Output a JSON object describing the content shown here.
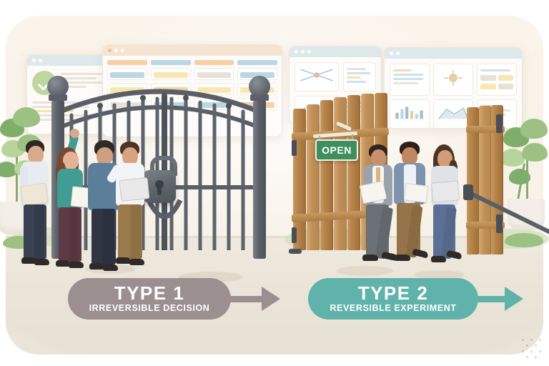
{
  "image": {
    "kind": "illustration",
    "description": "Split-scene business illustration contrasting a locked iron gate with an open wooden gate"
  },
  "background": {
    "panel_color": "#f8f2e8",
    "page_color": "#ffffff",
    "ground_color": "#eae3d7"
  },
  "windows": [
    {
      "name": "report-window",
      "bar_style": "teal",
      "dots": 2,
      "accent": "#9dc183"
    },
    {
      "name": "kanban-window",
      "bar_style": "warm",
      "dots": 3,
      "accent": "#f6cfa6"
    },
    {
      "name": "analytics-window",
      "bar_style": "teal",
      "dots": 3,
      "accent": "#bcd7e4"
    },
    {
      "name": "dashboard-window",
      "bar_style": "teal",
      "dots": 2,
      "accent": "#cfe0e8"
    }
  ],
  "left_scene": {
    "name": "type-1-locked-gate-scene",
    "gate_type": "iron gate",
    "gate_state": "locked",
    "lock": {
      "name": "padlock",
      "state": "locked"
    },
    "people_count": 4,
    "people": [
      {
        "name": "person-standing-observer",
        "shirt": "#e8ecf1",
        "trousers": "#3a4152",
        "carrying": "folder"
      },
      {
        "name": "person-reaching-gate",
        "shirt": "#3f9d93",
        "trousers": "#5e3a46",
        "carrying": "folder"
      },
      {
        "name": "person-back-to-viewer",
        "shirt": "#5b7e99",
        "trousers": "#2f3543",
        "carrying": "none"
      },
      {
        "name": "person-holding-tablet",
        "shirt": "#f2f4f7",
        "trousers": "#9a7a4b",
        "carrying": "tablet"
      }
    ]
  },
  "right_scene": {
    "name": "type-2-open-gate-scene",
    "gate_type": "wooden gate",
    "gate_state": "open",
    "sign": {
      "name": "open-sign",
      "label": "OPEN",
      "background": "#3f8f5e",
      "text_color": "#ffffff"
    },
    "people_count": 3,
    "people": [
      {
        "name": "person-walking-with-papers",
        "jacket": "#9aa2ab",
        "trousers": "#6b6f76",
        "carrying": "papers"
      },
      {
        "name": "person-walking-center",
        "jacket": "#7e93ad",
        "trousers": "#947448",
        "carrying": "papers"
      },
      {
        "name": "person-walking-with-tablet",
        "shirt": "#dfe3e8",
        "trousers": "#5b7094",
        "carrying": "tablet"
      }
    ]
  },
  "banners": [
    {
      "name": "type-1-banner",
      "title": "TYPE 1",
      "subtitle": "IRREVERSIBLE DECISION",
      "color": "#9b8f90",
      "arrow": "right-arrow"
    },
    {
      "name": "type-2-banner",
      "title": "TYPE 2",
      "subtitle": "REVERSIBLE EXPERIMENT",
      "color": "#5fb3ab",
      "arrow": "right-arrow"
    }
  ],
  "plants": [
    {
      "name": "plant-left",
      "pot_color": "#f3efe8",
      "leaf_color": "#9dc183"
    },
    {
      "name": "plant-right",
      "pot_color": "#f3efe8",
      "leaf_color": "#9dc183"
    }
  ]
}
